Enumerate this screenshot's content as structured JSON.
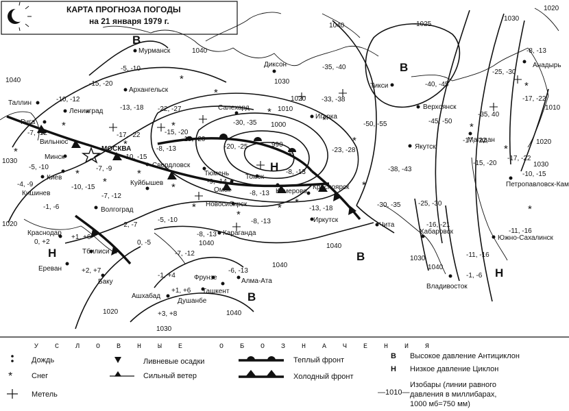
{
  "title": {
    "line1": "КАРТА ПРОГНОЗА ПОГОДЫ",
    "line2": "на 21 января 1979 г."
  },
  "cities": [
    {
      "name": "Мурманск"
    },
    {
      "name": "Архангельск"
    },
    {
      "name": "Таллин"
    },
    {
      "name": "Ленинград"
    },
    {
      "name": "Рига"
    },
    {
      "name": "Вильнюс"
    },
    {
      "name": "МОСКВА"
    },
    {
      "name": "Минск"
    },
    {
      "name": "Киев"
    },
    {
      "name": "Кишинев"
    },
    {
      "name": "Волгоград"
    },
    {
      "name": "Краснодар"
    },
    {
      "name": "Тбилиси"
    },
    {
      "name": "Ереван"
    },
    {
      "name": "Баку"
    },
    {
      "name": "Ашхабад"
    },
    {
      "name": "Душанбе"
    },
    {
      "name": "Ташкент"
    },
    {
      "name": "Фрунзе"
    },
    {
      "name": "Алма-Ата"
    },
    {
      "name": "Караганда"
    },
    {
      "name": "Новосибирск"
    },
    {
      "name": "Омск"
    },
    {
      "name": "Томск"
    },
    {
      "name": "Тюмень"
    },
    {
      "name": "Свердловск"
    },
    {
      "name": "Куйбышев"
    },
    {
      "name": "Салехард"
    },
    {
      "name": "Игарка"
    },
    {
      "name": "Диксон"
    },
    {
      "name": "Кемерово"
    },
    {
      "name": "Красноярск"
    },
    {
      "name": "Иркутск"
    },
    {
      "name": "Чита"
    },
    {
      "name": "Хабаровск"
    },
    {
      "name": "Владивосток"
    },
    {
      "name": "Якутск"
    },
    {
      "name": "Верхоянск"
    },
    {
      "name": "Тикси"
    },
    {
      "name": "Магадан"
    },
    {
      "name": "Анадырь"
    },
    {
      "name": "Петропавловск-Камчатский"
    },
    {
      "name": "Южно-Сахалинск"
    }
  ],
  "temperatures": [
    {
      "text": "-5, -10"
    },
    {
      "text": "-15, -20"
    },
    {
      "text": "-10, -12"
    },
    {
      "text": "-13, -18"
    },
    {
      "text": "-22, -27"
    },
    {
      "text": "-7, -12"
    },
    {
      "text": "-17, -22"
    },
    {
      "text": "-15, -20"
    },
    {
      "text": "-8, -13"
    },
    {
      "text": "-10, -15"
    },
    {
      "text": "-7, -9"
    },
    {
      "text": "-4, -9"
    },
    {
      "text": "-5, -10"
    },
    {
      "text": "-10, -15"
    },
    {
      "text": "-7, -12"
    },
    {
      "text": "-1, -6"
    },
    {
      "text": "-2, -7"
    },
    {
      "text": "-5, -10"
    },
    {
      "text": "0, +2"
    },
    {
      "text": "+1, +6"
    },
    {
      "text": "+2, +7"
    },
    {
      "text": "0, -5"
    },
    {
      "text": "-7, -12"
    },
    {
      "text": "-8, -13"
    },
    {
      "text": "-9, -14"
    },
    {
      "text": "-15, -20"
    },
    {
      "text": "-30, -35"
    },
    {
      "text": "-20, -25"
    },
    {
      "text": "-8, -13"
    },
    {
      "text": "-13, -18"
    },
    {
      "text": "-8, -13"
    },
    {
      "text": "-33, -38"
    },
    {
      "text": "-35, -40"
    },
    {
      "text": "-40, -45"
    },
    {
      "text": "-45, -50"
    },
    {
      "text": "-50, -55"
    },
    {
      "text": "-23, -28"
    },
    {
      "text": "-38, -43"
    },
    {
      "text": "-30, -35"
    },
    {
      "text": "-25, -30"
    },
    {
      "text": "-16, -21"
    },
    {
      "text": "-11, -16"
    },
    {
      "text": "-1, -6"
    },
    {
      "text": "-15, -20"
    },
    {
      "text": "-17, -22"
    },
    {
      "text": "-35, 40"
    },
    {
      "text": "-25, -30"
    },
    {
      "text": "-8, -13"
    },
    {
      "text": "-17, -22"
    },
    {
      "text": "-17, -22"
    },
    {
      "text": "-10, -15"
    },
    {
      "text": "-1, +4"
    },
    {
      "text": "+1, +6"
    },
    {
      "text": "+3, +8"
    },
    {
      "text": "-6, -13"
    },
    {
      "text": "-8, -13"
    },
    {
      "text": "-11, -16"
    }
  ],
  "pressure_centers": [
    {
      "letter": "В"
    },
    {
      "letter": "В"
    },
    {
      "letter": "Н"
    },
    {
      "letter": "Н"
    },
    {
      "letter": "В"
    },
    {
      "letter": "В"
    },
    {
      "letter": "Н"
    }
  ],
  "isobars": [
    {
      "value": "1040"
    },
    {
      "value": "1030"
    },
    {
      "value": "1020"
    },
    {
      "value": "1040"
    },
    {
      "value": "1030"
    },
    {
      "value": "1020"
    },
    {
      "value": "1010"
    },
    {
      "value": "1000"
    },
    {
      "value": "990"
    },
    {
      "value": "1025"
    },
    {
      "value": "1040"
    },
    {
      "value": "1030"
    },
    {
      "value": "1020"
    },
    {
      "value": "1010"
    },
    {
      "value": "1020"
    },
    {
      "value": "1030"
    },
    {
      "value": "1040"
    },
    {
      "value": "1040"
    },
    {
      "value": "1030"
    },
    {
      "value": "1040"
    },
    {
      "value": "1030"
    },
    {
      "value": "1020"
    },
    {
      "value": "1040"
    },
    {
      "value": "1040"
    }
  ],
  "legend": {
    "heading": "УСЛОВНЫЕ ОБОЗНАЧЕНИЯ",
    "items": [
      {
        "label": "Дождь"
      },
      {
        "label": "Снег"
      },
      {
        "label": "Метель"
      },
      {
        "label": "Ливневые осадки"
      },
      {
        "label": "Сильный ветер"
      },
      {
        "label": "Теплый фронт"
      },
      {
        "label": "Холодный фронт"
      },
      {
        "code": "В",
        "label": "Высокое давление Антициклон"
      },
      {
        "code": "Н",
        "label": "Низкое давление Циклон"
      },
      {
        "code": "—1010—",
        "label": "Изобары (линии равного"
      },
      {
        "label": "давления в миллибарах,"
      },
      {
        "label": "1000 мб=750 мм)"
      }
    ]
  }
}
